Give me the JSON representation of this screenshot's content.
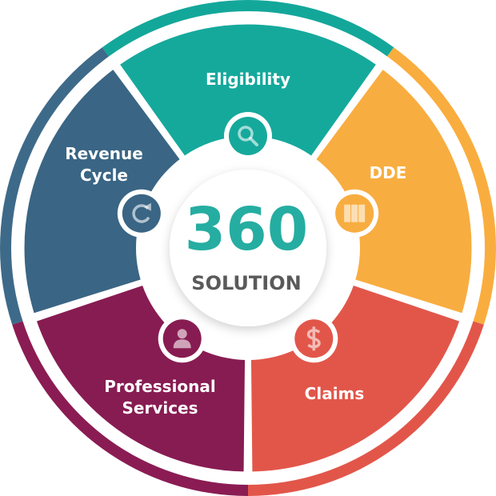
{
  "center": {
    "number": "360",
    "subtitle": "SOLUTION",
    "number_color": "#25ada1",
    "subtitle_color": "#5a5a5a"
  },
  "segments": [
    {
      "id": "eligibility",
      "lines": [
        "Eligibility"
      ],
      "icon": "search-icon",
      "color": "#15a99c",
      "outer": "#13a79a"
    },
    {
      "id": "dde",
      "lines": [
        "DDE"
      ],
      "icon": "binders-icon",
      "color": "#f8ad40",
      "outer": "#f9ad3e"
    },
    {
      "id": "claims",
      "lines": [
        "Claims"
      ],
      "icon": "dollar-icon",
      "color": "#e2564a",
      "outer": "#e2564a"
    },
    {
      "id": "professional-services",
      "lines": [
        "Professional",
        "Services"
      ],
      "icon": "person-icon",
      "color": "#871c52",
      "outer": "#8a1c53"
    },
    {
      "id": "revenue-cycle",
      "lines": [
        "Revenue",
        "Cycle"
      ],
      "icon": "refresh-icon",
      "color": "#3a6584",
      "outer": "#3e6a89"
    }
  ]
}
